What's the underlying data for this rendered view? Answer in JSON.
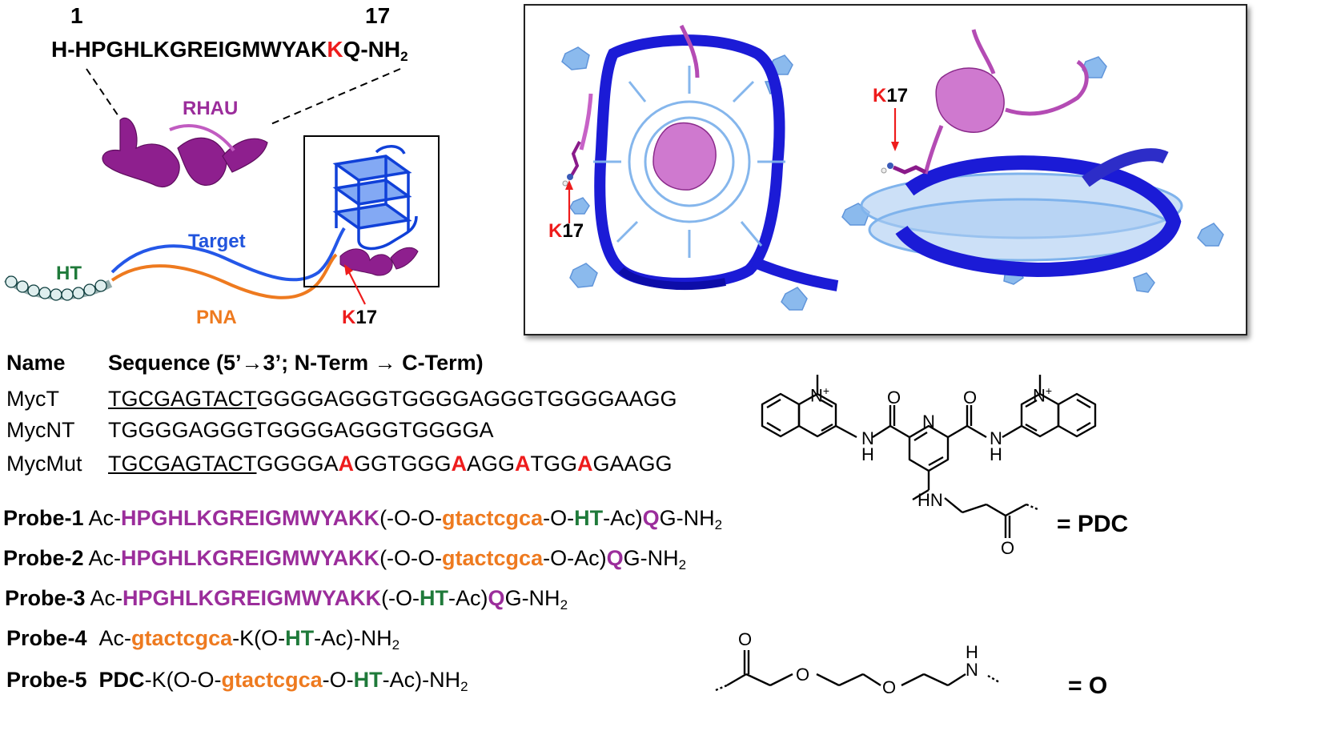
{
  "top": {
    "pos_start": "1",
    "pos_end": "17",
    "peptide_prefix": "H-HPGHLKGREIGMWYAK",
    "peptide_k": "K",
    "peptide_suffix": "Q-NH",
    "peptide_sub": "2"
  },
  "labels": {
    "rhau": "RHAU",
    "target": "Target",
    "ht": "HT",
    "pna": "PNA",
    "k17_k": "K",
    "k17_num": "17"
  },
  "table": {
    "col_name": "Name",
    "col_seq": "Sequence (5’→3’; N-Term → C-Term)",
    "rows": [
      {
        "name": "MycT",
        "underlined": "TGCGAGTACT",
        "rest": "GGGGAGGGTGGGGAGGGTGGGGAAGG"
      },
      {
        "name": "MycNT",
        "underlined": "",
        "rest": "TGGGGAGGGTGGGGAGGGTGGGGA"
      },
      {
        "name": "MycMut",
        "underlined": "TGCGAGTACT",
        "parts": [
          "GGGGA",
          "A",
          "GGTGGG",
          "A",
          "AGG",
          "A",
          "TGG",
          "A",
          "GAAGG"
        ]
      }
    ]
  },
  "probes": {
    "p1": {
      "name": "Probe-1",
      "a": "Ac-",
      "pep": "HPGHLKGREIGMWYAKK",
      "b": "(-O-O-",
      "pna": "gtactcgca",
      "c": "-O-",
      "ht": "HT",
      "d": "-Ac)",
      "q": "Q",
      "e": "G-NH",
      "sub": "2"
    },
    "p2": {
      "name": "Probe-2",
      "a": "Ac-",
      "pep": "HPGHLKGREIGMWYAKK",
      "b": "(-O-O-",
      "pna": "gtactcgca",
      "c": "-O-Ac)",
      "q": "Q",
      "e": "G-NH",
      "sub": "2"
    },
    "p3": {
      "name": "Probe-3",
      "a": "Ac-",
      "pep": "HPGHLKGREIGMWYAKK",
      "b": "(-O-",
      "ht": "HT",
      "d": "-Ac)",
      "q": "Q",
      "e": "G-NH",
      "sub": "2"
    },
    "p4": {
      "name": "Probe-4",
      "a": "Ac-",
      "pna": "gtactcgca",
      "b": "-K(O-",
      "ht": "HT",
      "d": "-Ac)-NH",
      "sub": "2"
    },
    "p5": {
      "name": "Probe-5",
      "pdc": "PDC",
      "b": "-K(O-O-",
      "pna": "gtactcgca",
      "c": "-O-",
      "ht": "HT",
      "d": "-Ac)-NH",
      "sub": "2"
    }
  },
  "chem": {
    "n_plus": "N",
    "plus": "+",
    "o": "O",
    "n": "N",
    "h": "H",
    "hn": "HN",
    "pdc_eq": "= PDC",
    "o_eq": "= O"
  },
  "colors": {
    "purple": "#9b2d9b",
    "orange": "#ee7a1f",
    "green": "#1f7a3a",
    "red": "#ee1c1c",
    "blue": "#2255dd"
  }
}
